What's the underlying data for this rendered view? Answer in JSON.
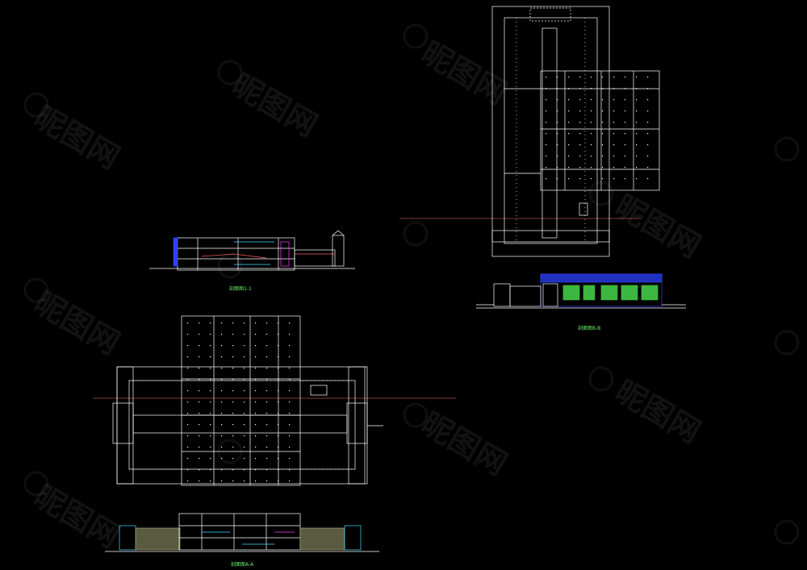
{
  "drawing": {
    "captions": [
      {
        "id": "section-1-1",
        "text": "剖面图1-1"
      },
      {
        "id": "section-b-b",
        "text": "剖面图B-B"
      },
      {
        "id": "section-a-a",
        "text": "剖面图A-A"
      }
    ],
    "watermark": "昵图网",
    "colors": {
      "background": "#000000",
      "line": "#ffffff",
      "axis": "#a0504a",
      "caption": "#6cf06c",
      "facade_blue": "#3040ff",
      "glass_green": "#40d040",
      "magenta": "#ff40ff",
      "cyan": "#40e0ff"
    }
  }
}
